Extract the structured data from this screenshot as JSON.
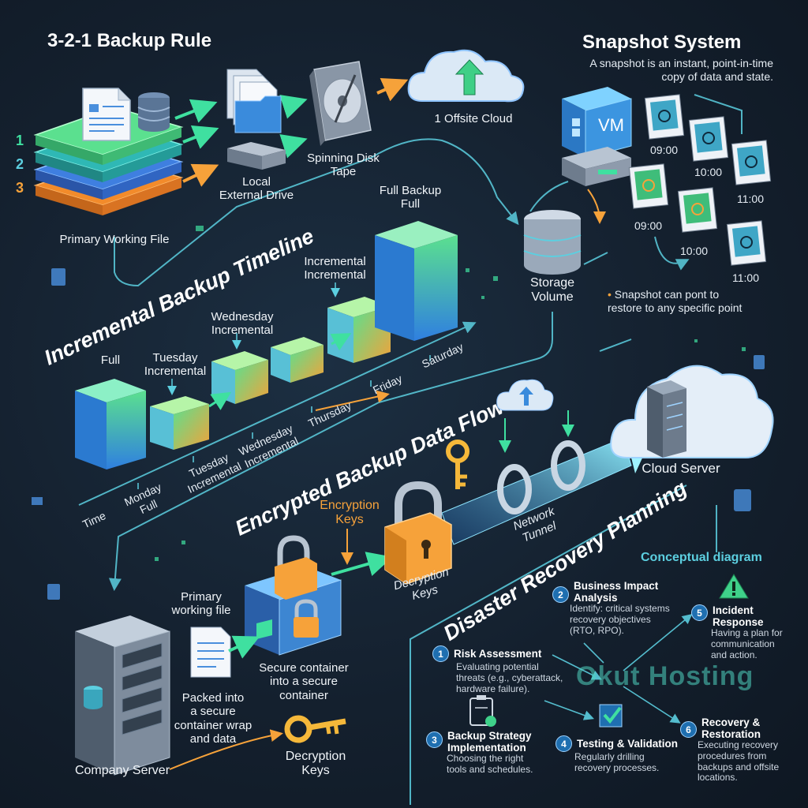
{
  "backup_rule": {
    "title": "3-2-1 Backup Rule",
    "numbers": [
      "1",
      "2",
      "3"
    ],
    "primary_label": "Primary Working File",
    "local_label_line1": "Local",
    "local_label_line2": "External Drive",
    "tape_label_line1": "Spinning Disk",
    "tape_label_line2": "Tape",
    "cloud_label": "1 Offsite Cloud"
  },
  "snapshot": {
    "title": "Snapshot System",
    "desc_line1": "A snapshot is an instant, point-in-time",
    "desc_line2": "copy of data and state.",
    "vm_label": "VM",
    "times": [
      "09:00",
      "10:00",
      "11:00",
      "09:00",
      "10:00",
      "11:00"
    ],
    "storage_line1": "Storage",
    "storage_line2": "Volume",
    "note_line1": "Snapshot can pont to",
    "note_line2": "restore to any specific point"
  },
  "incremental": {
    "title": "Incremental Backup Timeline",
    "bar_labels": [
      {
        "l1": "Full",
        "l2": ""
      },
      {
        "l1": "Tuesday",
        "l2": "Incremental"
      },
      {
        "l1": "Wednesday",
        "l2": "Incremental"
      },
      {
        "l1": "",
        "l2": ""
      },
      {
        "l1": "Incremental",
        "l2": "Incremental"
      },
      {
        "l1": "Full Backup",
        "l2": "Full"
      }
    ],
    "axis_time": "Time",
    "axis_ticks": [
      {
        "l1": "Monday",
        "l2": "Full"
      },
      {
        "l1": "Tuesday",
        "l2": "Incremental"
      },
      {
        "l1": "Wednesday",
        "l2": "Incremental"
      },
      {
        "l1": "Thursday",
        "l2": ""
      },
      {
        "l1": "Friday",
        "l2": ""
      },
      {
        "l1": "Saturday",
        "l2": ""
      }
    ]
  },
  "encrypted": {
    "title": "Encrypted Backup Data Flow",
    "enc_keys_line1": "Encryption",
    "enc_keys_line2": "Keys",
    "tunnel_line1": "Network",
    "tunnel_line2": "Tunnel",
    "cloud_server": "Cloud Server",
    "decrypt_mid_line1": "Decryption",
    "decrypt_mid_line2": "Keys",
    "primary_line1": "Primary",
    "primary_line2": "working file",
    "secure_line1": "Secure container",
    "secure_line2": "into a secure",
    "secure_line3": "container",
    "packed_line1": "Packed into",
    "packed_line2": "a secure",
    "packed_line3": "container wrap",
    "packed_line4": "and data",
    "company_server": "Company Server",
    "decrypt_bottom_line1": "Decryption",
    "decrypt_bottom_line2": "Keys"
  },
  "disaster": {
    "title": "Disaster Recovery Planning",
    "conceptual": "Conceptual diagram",
    "watermark": "Okut Hosting",
    "steps": [
      {
        "num": "1",
        "title": "Risk Assessment",
        "d1": "Evaluating potential",
        "d2": "threats (e.g., cyberattack,",
        "d3": "hardware failure)."
      },
      {
        "num": "2",
        "title": "Business Impact",
        "title2": "Analysis",
        "d1": "Identify: critical systems",
        "d2": "recovery objectives",
        "d3": "(RTO, RPO)."
      },
      {
        "num": "3",
        "title": "Backup Strategy",
        "title2": "Implementation",
        "d1": "Choosing the right",
        "d2": "tools and schedules."
      },
      {
        "num": "4",
        "title": "Testing & Validation",
        "d1": "Regularly drilling",
        "d2": "recovery processes."
      },
      {
        "num": "5",
        "title": "Incident",
        "title2": "Response",
        "d1": "Having a plan for",
        "d2": "communication",
        "d3": "and action."
      },
      {
        "num": "6",
        "title": "Recovery &",
        "title2": "Restoration",
        "d1": "Executing recovery",
        "d2": "procedures from",
        "d3": "backups and offsite",
        "d4": "locations."
      }
    ]
  },
  "colors": {
    "accent_green": "#3fe0a0",
    "accent_orange": "#f6a23a",
    "accent_cyan": "#5ccfe0",
    "background": "#14202e"
  }
}
